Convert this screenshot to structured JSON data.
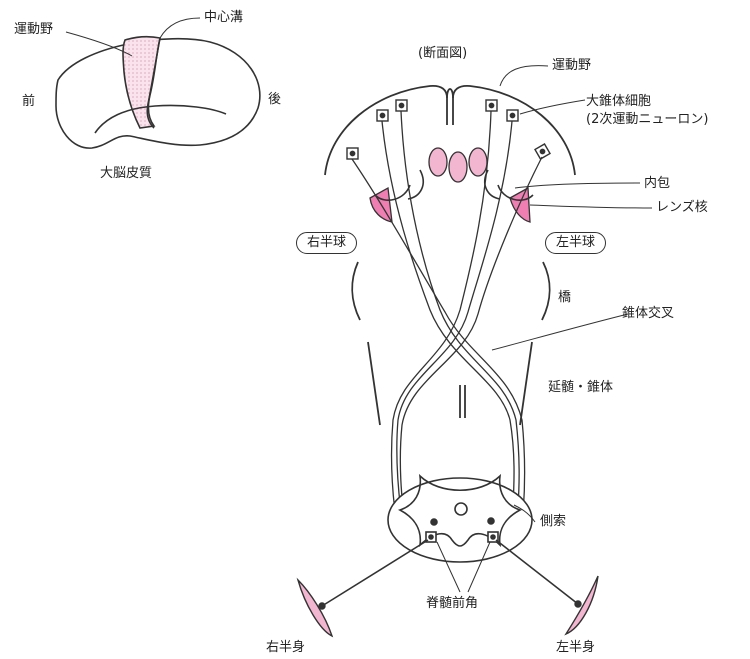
{
  "brain_side": {
    "motor_area": "運動野",
    "central_sulcus": "中心溝",
    "front": "前",
    "back": "後",
    "title": "大脳皮質"
  },
  "section": {
    "title": "(断面図)",
    "motor_area": "運動野",
    "pyramidal_cell_line1": "大錐体細胞",
    "pyramidal_cell_line2": "(2次運動ニューロン)",
    "internal_capsule": "内包",
    "lentiform_nucleus": "レンズ核",
    "right_hemisphere": "右半球",
    "left_hemisphere": "左半球",
    "pons": "橋",
    "decussation": "錐体交叉",
    "medulla": "延髄・錐体",
    "lateral_funiculus": "側索",
    "anterior_horn": "脊髄前角",
    "right_body": "右半身",
    "left_body": "左半身"
  },
  "colors": {
    "pink": "#f3b6d0",
    "magenta": "#ef7fb2",
    "line": "#333333"
  }
}
